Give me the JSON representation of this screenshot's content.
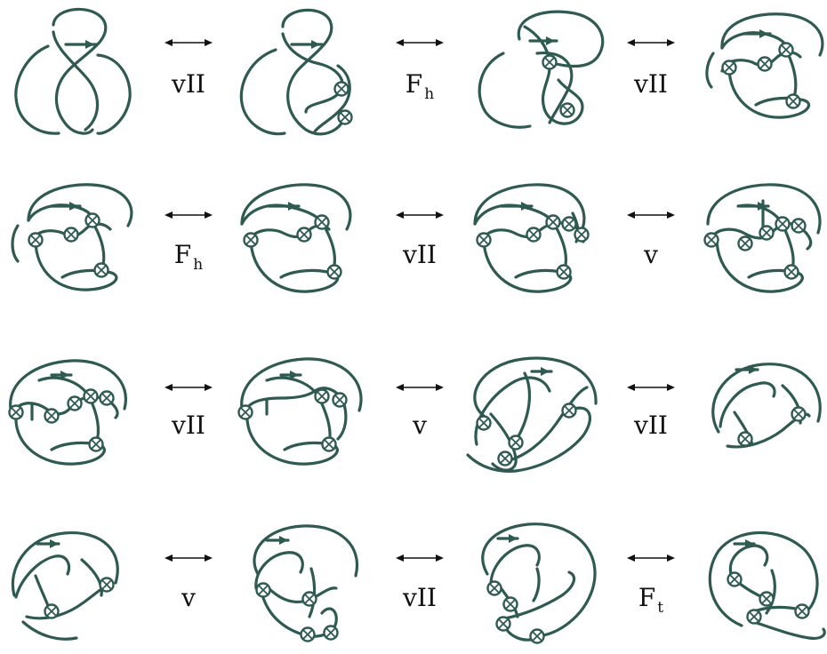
{
  "rows": [
    {
      "moves": [
        {
          "main": "vII",
          "sub": ""
        },
        {
          "main": "F",
          "sub": "h"
        },
        {
          "main": "vII",
          "sub": ""
        }
      ]
    },
    {
      "moves": [
        {
          "main": "F",
          "sub": "h"
        },
        {
          "main": "vII",
          "sub": ""
        },
        {
          "main": "v",
          "sub": ""
        }
      ]
    },
    {
      "moves": [
        {
          "main": "vII",
          "sub": ""
        },
        {
          "main": "v",
          "sub": ""
        },
        {
          "main": "vII",
          "sub": ""
        }
      ]
    },
    {
      "moves": [
        {
          "main": "v",
          "sub": ""
        },
        {
          "main": "vII",
          "sub": ""
        },
        {
          "main": "F",
          "sub": "t"
        }
      ]
    }
  ],
  "arrow_symbol": "⟷"
}
